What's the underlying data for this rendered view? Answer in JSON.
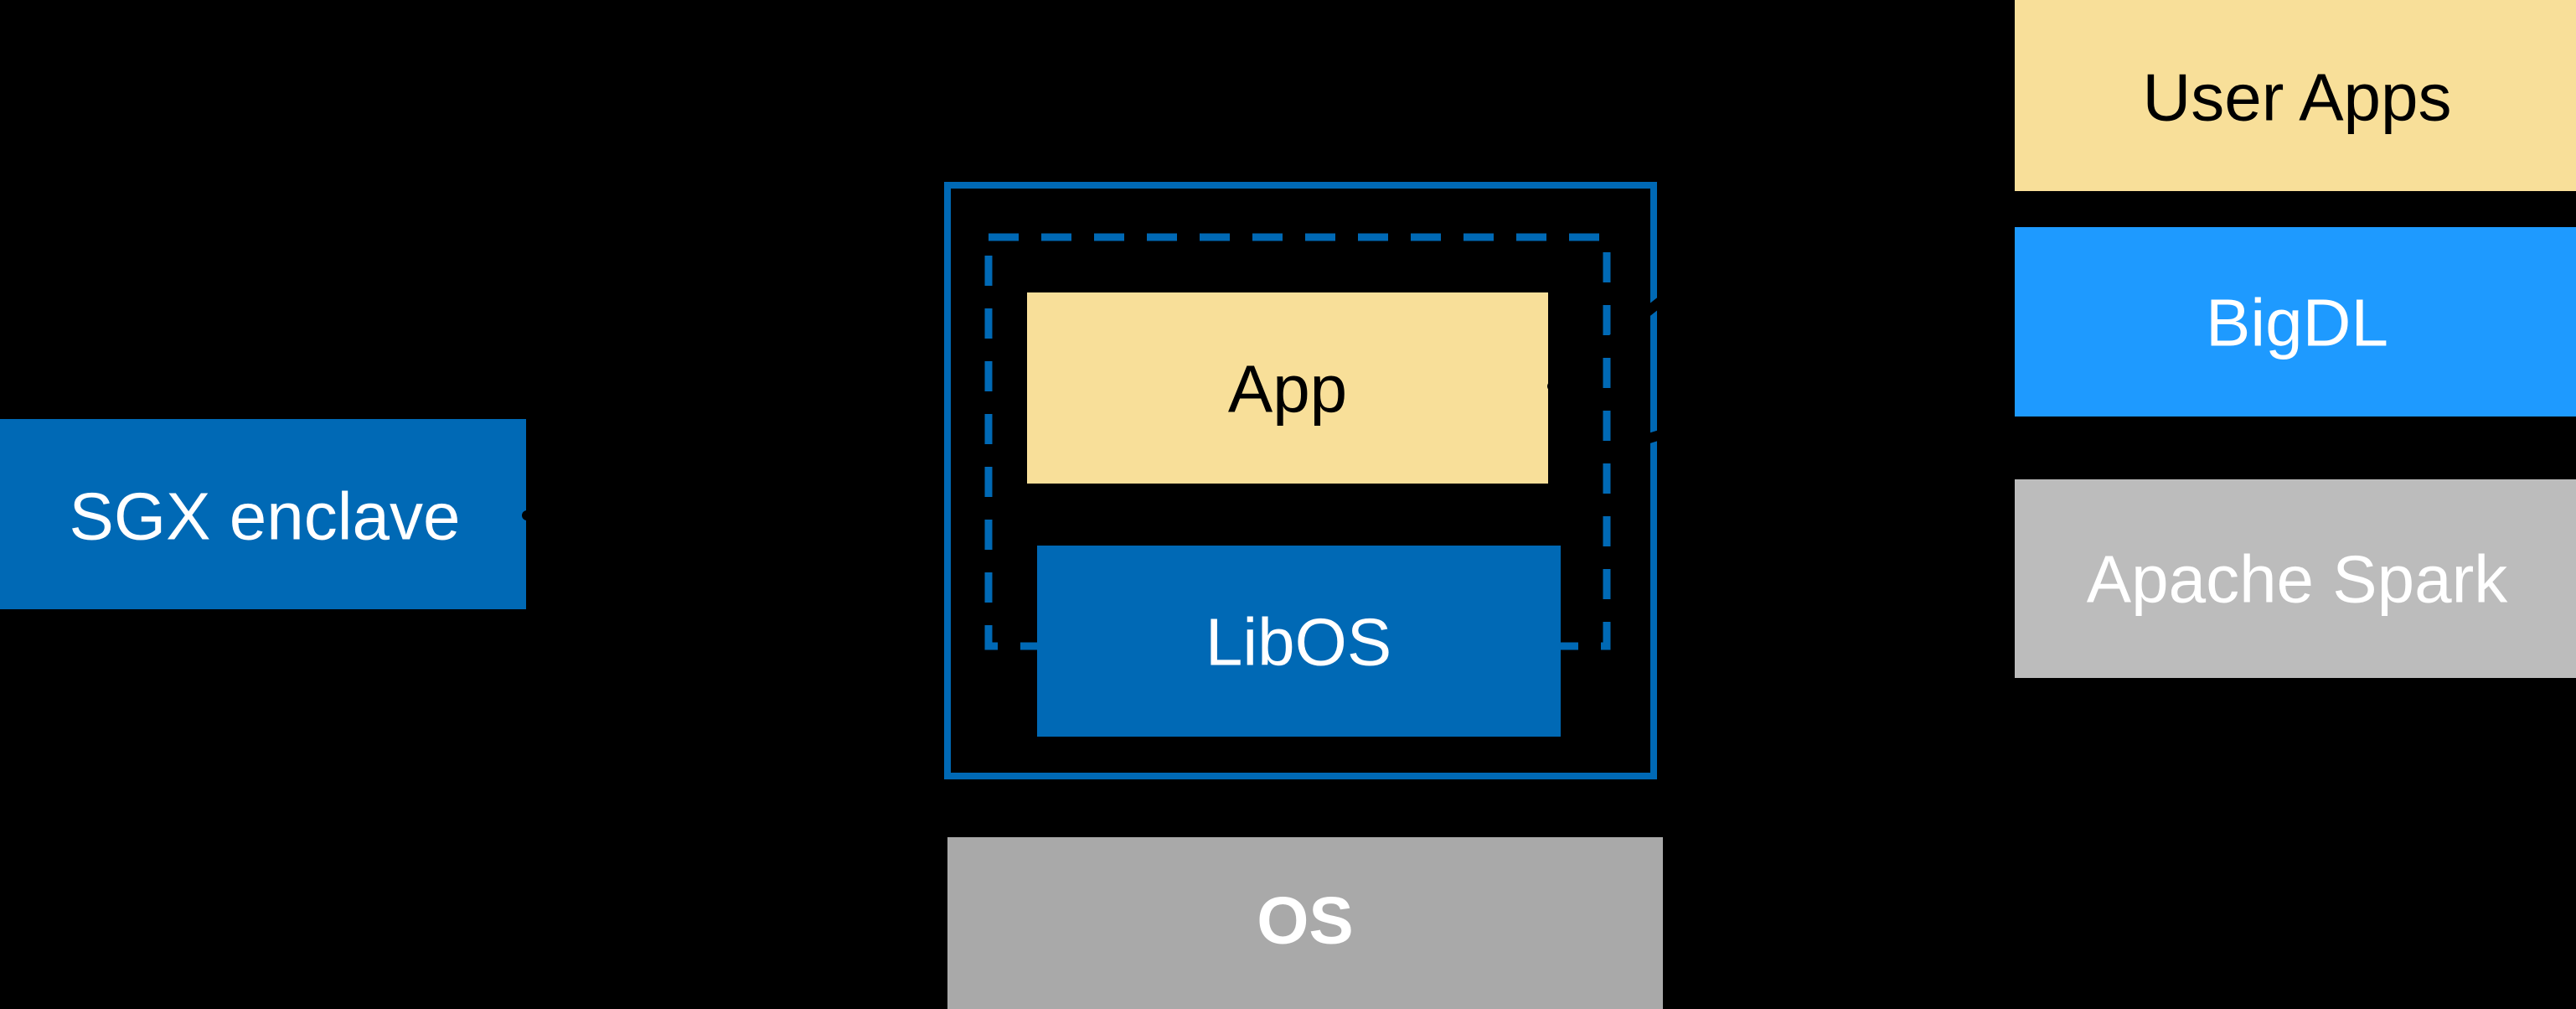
{
  "canvas": {
    "background": "#000000"
  },
  "colors": {
    "intel_blue": "#0069B5",
    "bright_blue": "#1E9AFF",
    "yellow": "#F8DF99",
    "gray_spark": "#BCBCBC",
    "gray_os": "#A9A9A9",
    "text_dark": "#000000",
    "text_light": "#FFFFFF",
    "border_blue": "#0069B5",
    "connector_black": "#000000"
  },
  "diagram": {
    "sgx_label": {
      "text": "SGX enclave"
    },
    "enclave_box": {
      "app_label": "App",
      "libos_label": "LibOS"
    },
    "os_label": "OS",
    "stack": {
      "items": [
        {
          "label": "User Apps"
        },
        {
          "label": "BigDL"
        },
        {
          "label": "Apache Spark"
        }
      ]
    }
  }
}
